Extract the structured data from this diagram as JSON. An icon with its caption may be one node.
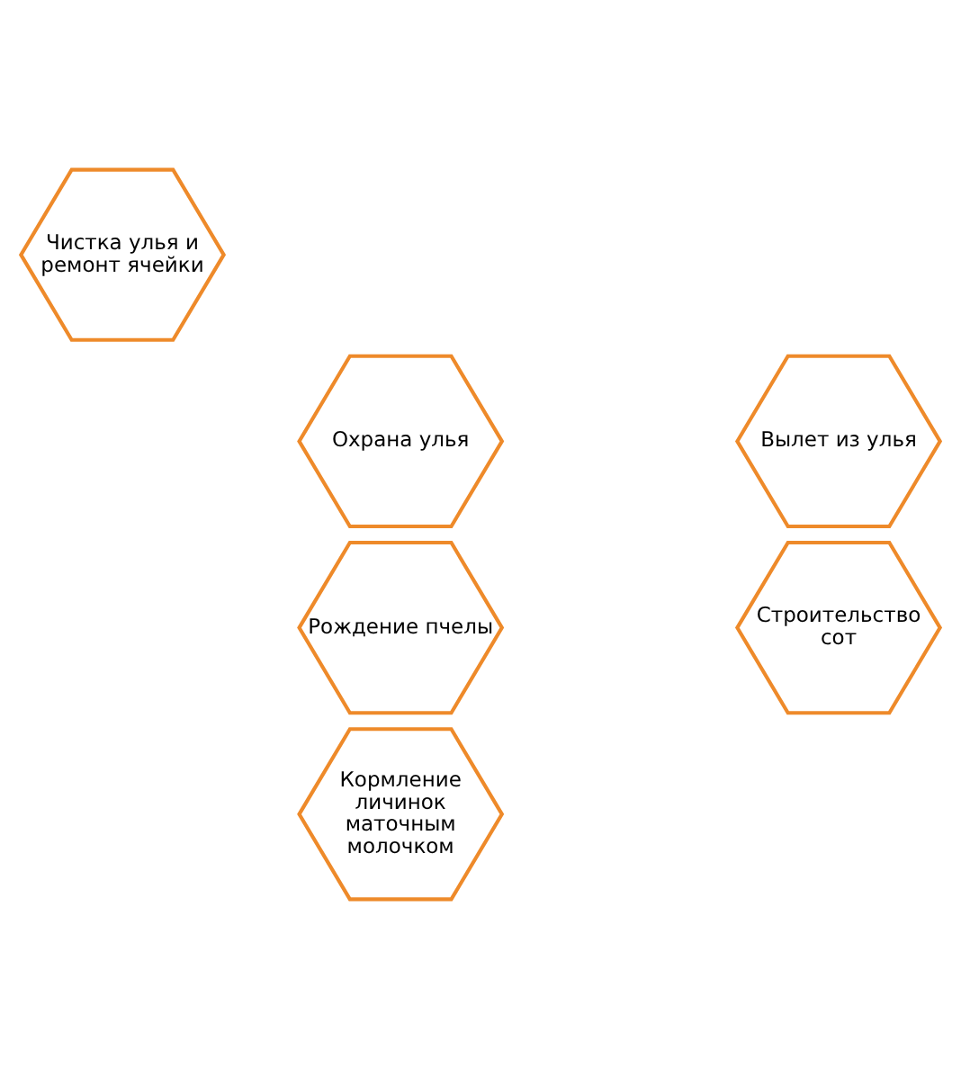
{
  "diagram": {
    "nodes": [
      {
        "text": [
          "Чистка улья и ремонт ячейки"
        ]
      },
      {
        "text": [
          "Охрана улья"
        ]
      },
      {
        "text": [
          "Вылет из улья"
        ]
      },
      {
        "text": [
          "Рождение пчелы"
        ]
      },
      {
        "text": [
          "Строительство сот"
        ]
      },
      {
        "text": [
          "Кормление личинок маточным молочком"
        ]
      }
    ],
    "edges": []
  }
}
